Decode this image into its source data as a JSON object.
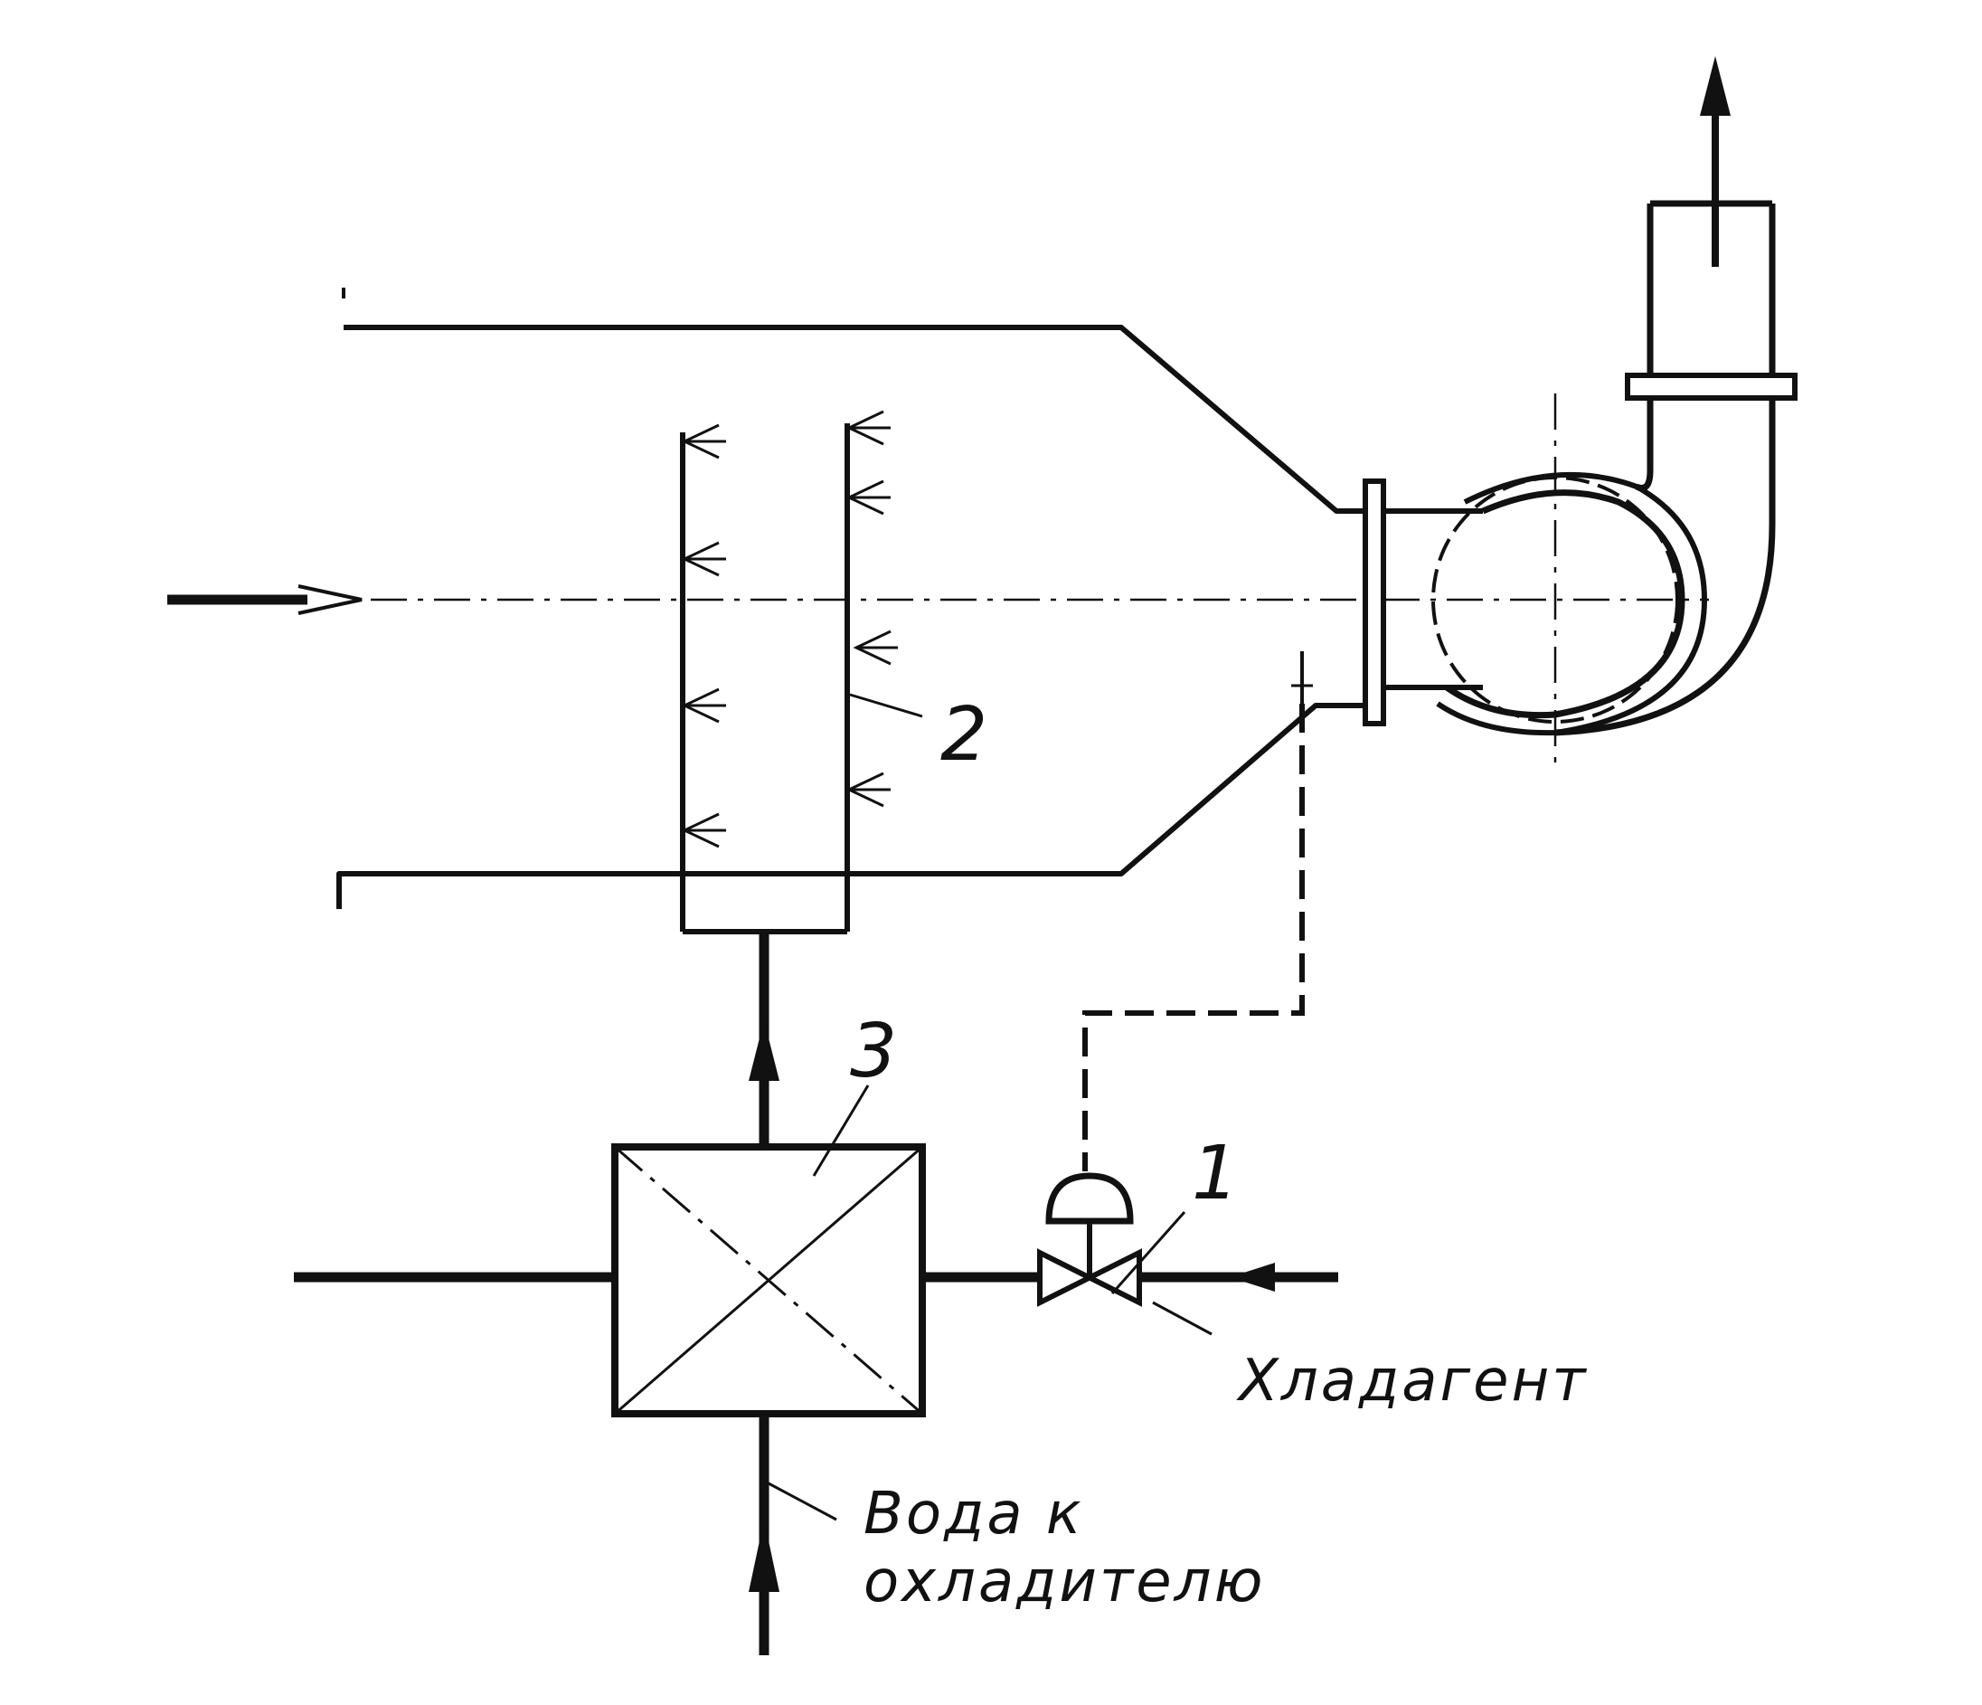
{
  "labels": {
    "valve": "1",
    "nozzle_header": "2",
    "water_cooler": "3",
    "refrigerant": "Хладагент",
    "water_line1": "Вода к",
    "water_line2": "охладителю"
  },
  "colors": {
    "ink": "#111111",
    "background": "#ffffff"
  }
}
